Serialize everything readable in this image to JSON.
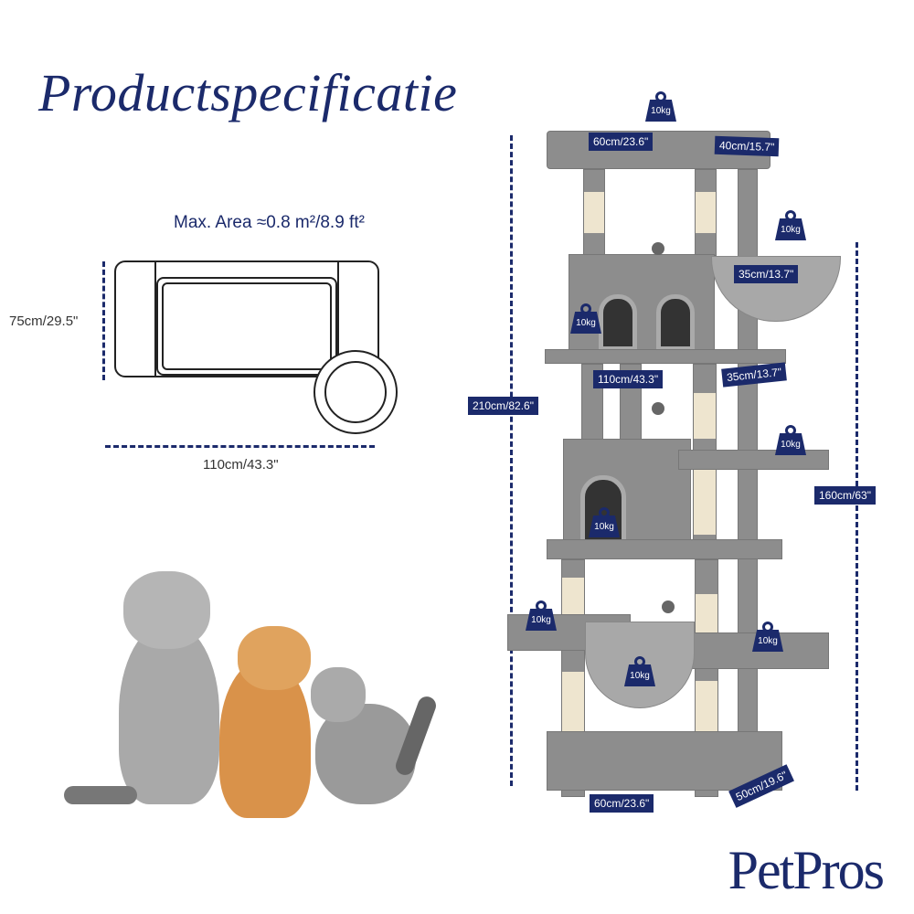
{
  "title": "Productspecificatie",
  "area_label": "Max. Area ≈0.8 m²/8.9 ft²",
  "footprint": {
    "depth": "75cm/29.5\"",
    "width": "110cm/43.3\""
  },
  "tree_labels": {
    "top_width": "60cm/23.6\"",
    "top_depth": "40cm/15.7\"",
    "basket": "35cm/13.7\"",
    "mid_width": "110cm/43.3\"",
    "mid_depth": "35cm/13.7\"",
    "total_height": "210cm/82.6\"",
    "side_height": "160cm/63\"",
    "base_width": "60cm/23.6\"",
    "base_depth": "50cm/19.6\""
  },
  "weight_label": "10kg",
  "brand": "PetPros",
  "colors": {
    "navy": "#1b2a6b",
    "plush": "#8d8d8d"
  }
}
